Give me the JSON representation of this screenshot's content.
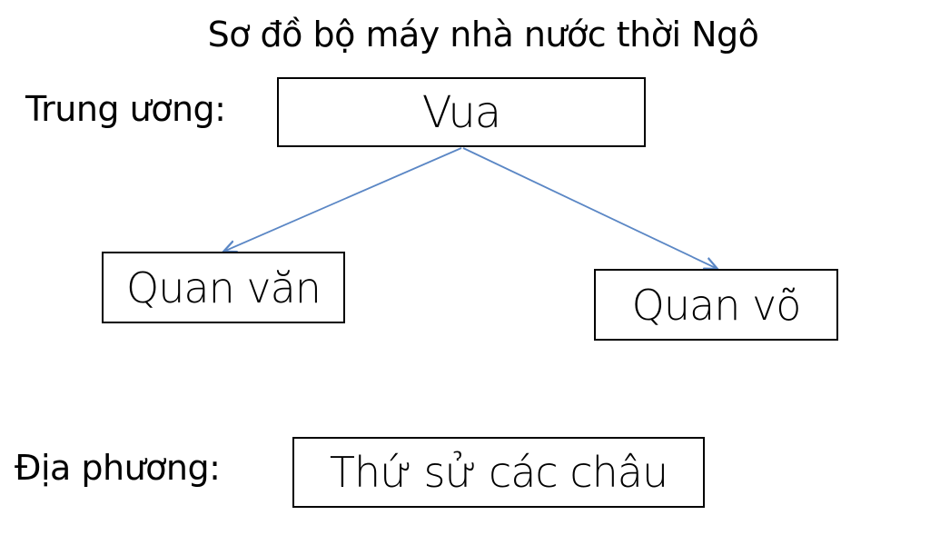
{
  "title": "Sơ đồ bộ máy nhà nước thời Ngô",
  "levels": {
    "central_label": "Trung ương:",
    "local_label": "Địa phương:"
  },
  "nodes": {
    "king": "Vua",
    "civil_officials": "Quan văn",
    "military_officials": "Quan võ",
    "provincial_governors": "Thứ sử các châu"
  },
  "colors": {
    "arrow": "#5b87c5",
    "border": "#000000"
  }
}
